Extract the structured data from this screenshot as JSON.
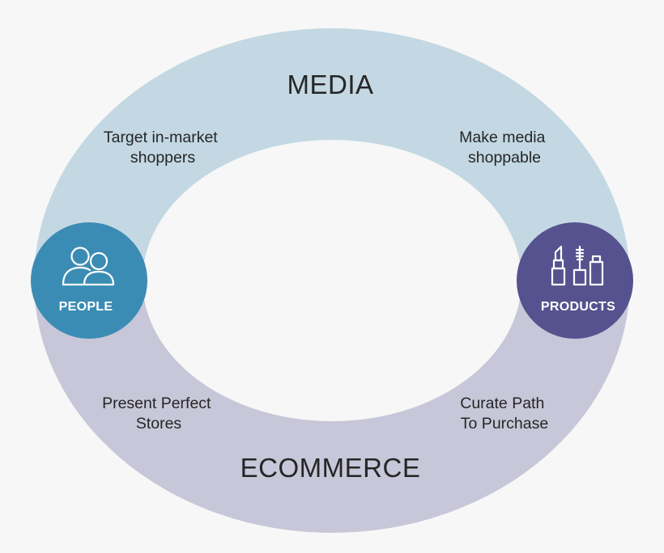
{
  "colors": {
    "background": "#f7f7f7",
    "media_ring": "#c3d8e3",
    "ecommerce_ring": "#c7c7d9",
    "people_node": "#3b8cb4",
    "products_node": "#56528f",
    "text": "#262626"
  },
  "ring": {
    "top_label": "MEDIA",
    "bottom_label": "ECOMMERCE"
  },
  "stages": {
    "top_left": [
      "Target in-market",
      "shoppers"
    ],
    "top_right": [
      "Make media",
      "shoppable"
    ],
    "bottom_left": [
      "Present Perfect",
      "Stores"
    ],
    "bottom_right": [
      "Curate Path",
      "To Purchase"
    ]
  },
  "nodes": {
    "left": {
      "label": "PEOPLE",
      "icon": "people-icon"
    },
    "right": {
      "label": "PRODUCTS",
      "icon": "cosmetics-products-icon"
    }
  }
}
